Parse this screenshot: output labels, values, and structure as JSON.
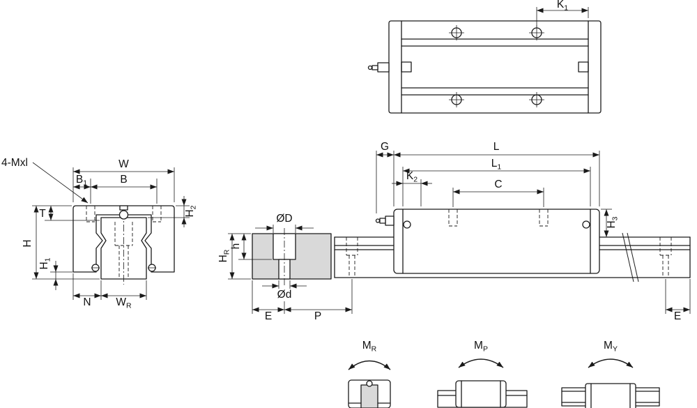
{
  "colors": {
    "line": "#1a1a1a",
    "rail_fill": "#d9d9d9",
    "background": "#ffffff"
  },
  "front_view": {
    "bolt_note": "4-Mxl",
    "width": "W",
    "b1": {
      "main": "B",
      "sub": "1"
    },
    "b": "B",
    "h2": {
      "main": "H",
      "sub": "2"
    },
    "t": "T",
    "h": "H",
    "h1": {
      "main": "H",
      "sub": "1"
    },
    "n": "N",
    "wr": {
      "main": "W",
      "sub": "R"
    }
  },
  "top_view": {
    "k1": {
      "main": "K",
      "sub": "1"
    }
  },
  "rail_section": {
    "bore_outer": "ØD",
    "bore_inner": "Ød",
    "depth": "h",
    "hr": {
      "main": "H",
      "sub": "R"
    },
    "e": "E",
    "p": "P"
  },
  "side_view": {
    "g": "G",
    "l": "L",
    "l1": {
      "main": "L",
      "sub": "1"
    },
    "k2": {
      "main": "K",
      "sub": "2"
    },
    "c": "C",
    "h3": {
      "main": "H",
      "sub": "3"
    },
    "e": "E"
  },
  "moments": {
    "roll": {
      "main": "M",
      "sub": "R"
    },
    "pitch": {
      "main": "M",
      "sub": "P"
    },
    "yaw": {
      "main": "M",
      "sub": "Y"
    }
  }
}
